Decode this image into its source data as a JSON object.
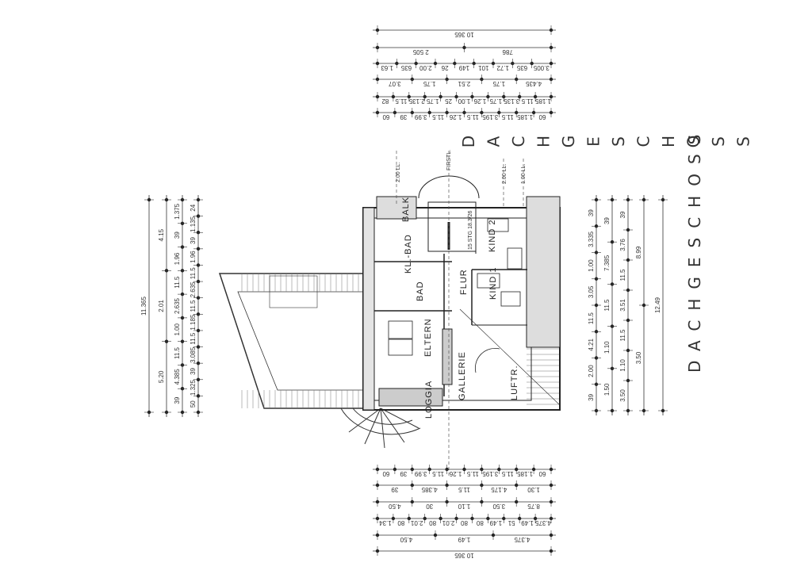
{
  "title": "DACHGESCHOSS",
  "title_letters": [
    "D",
    "A",
    "C",
    "H",
    "G",
    "E",
    "S",
    "C",
    "H",
    "O",
    "S",
    "S"
  ],
  "rooms": {
    "balk": "BALK",
    "kl_bad": "KL.-BAD",
    "bad": "BAD",
    "eltern": "ELTERN",
    "loggia": "LOGGIA",
    "gallerie": "GALLERIE",
    "flur": "FLUR",
    "kind1": "KIND 1",
    "kind2": "KIND 2",
    "luftr": "LUFTR.",
    "stair": "15 STG 18.3/26"
  },
  "notes": {
    "firstl": "FIRSTL.",
    "ll1": "2.00 LL.",
    "ll2": "2.00 LL.",
    "ll3": "1.00 LL."
  },
  "dimensions": {
    "top": [
      [
        "10 365"
      ],
      [
        "2 505",
        "786"
      ],
      [
        "1.63",
        "635",
        "2.00",
        "26",
        "149",
        "101",
        "1.72",
        "635",
        "3.005"
      ],
      [
        "3.07",
        "1.75",
        "2.51",
        "1.75",
        "4.435"
      ],
      [
        "82",
        "11.5",
        "2.135",
        "1.75",
        "25",
        "1.00",
        "1.26",
        "1.75",
        "3.135",
        "11.5",
        "1.185"
      ],
      [
        "60",
        "39",
        "3.99",
        "11.5",
        "1.26",
        "11.5",
        "3.195",
        "11.5",
        "1.185",
        "60"
      ]
    ],
    "bottom": [
      [
        "60",
        "39",
        "3.99",
        "11.5",
        "1.26",
        "11.5",
        "3.195",
        "11.5",
        "1.185",
        "60"
      ],
      [
        "39",
        "4.385",
        "11.5",
        "4.175",
        "1.30"
      ],
      [
        "4.50",
        "30",
        "1.10",
        "3.50",
        "8.75"
      ],
      [
        "1.34",
        "80",
        "2.01",
        "80",
        "2.01",
        "80",
        "80",
        "1.49",
        "51",
        "1.49",
        "4.375"
      ],
      [
        "4.50",
        "1.49",
        "4.375"
      ],
      [
        "10 365"
      ]
    ],
    "left": [
      [
        "11.365"
      ],
      [
        "5.20",
        "2.01",
        "4.15"
      ],
      [
        "39",
        "4.385",
        "11.5",
        "1.00",
        "2.635",
        "11.5",
        "1.96",
        "39",
        "1.375"
      ],
      [
        "50",
        "1.325",
        "39",
        "3.085",
        "11.5",
        "1.185",
        "11.5",
        "2.635",
        "11.5",
        "1.96",
        "39",
        "1.135",
        "24"
      ]
    ],
    "right": [
      [
        "39",
        "2.00",
        "4.21",
        "11.5",
        "3.05",
        "1.00",
        "3.335",
        "39"
      ],
      [
        "1.50",
        "1.10",
        "11.5",
        "7.385",
        "39"
      ],
      [
        "3.50",
        "1.10",
        "11.5",
        "3.51",
        "11.5",
        "3.76",
        "39"
      ],
      [
        "3.50",
        "8.99"
      ],
      [
        "12.49"
      ]
    ]
  }
}
